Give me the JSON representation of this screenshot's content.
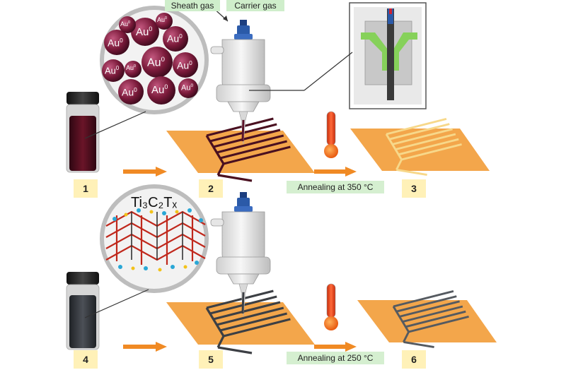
{
  "labels": {
    "sheath_gas": "Sheath gas",
    "carrier_gas": "Carrier gas",
    "au_particle": "Au",
    "au_superscript": "0",
    "mxene_formula": "Ti₃C₂Tₓ"
  },
  "steps": [
    "1",
    "2",
    "3",
    "4",
    "5",
    "6"
  ],
  "annealing": {
    "top": "Annealing at 350 °C",
    "bottom": "Annealing at 250 °C"
  },
  "colors": {
    "substrate": "#f3a64b",
    "arrow": "#f08a24",
    "au_ink": "#5a1228",
    "mxene_ink": "#3c3f44",
    "gold_pattern": "#f7d88a",
    "nozzle_blue": "#2b5aa8",
    "thermo_red": "#e8401a"
  }
}
